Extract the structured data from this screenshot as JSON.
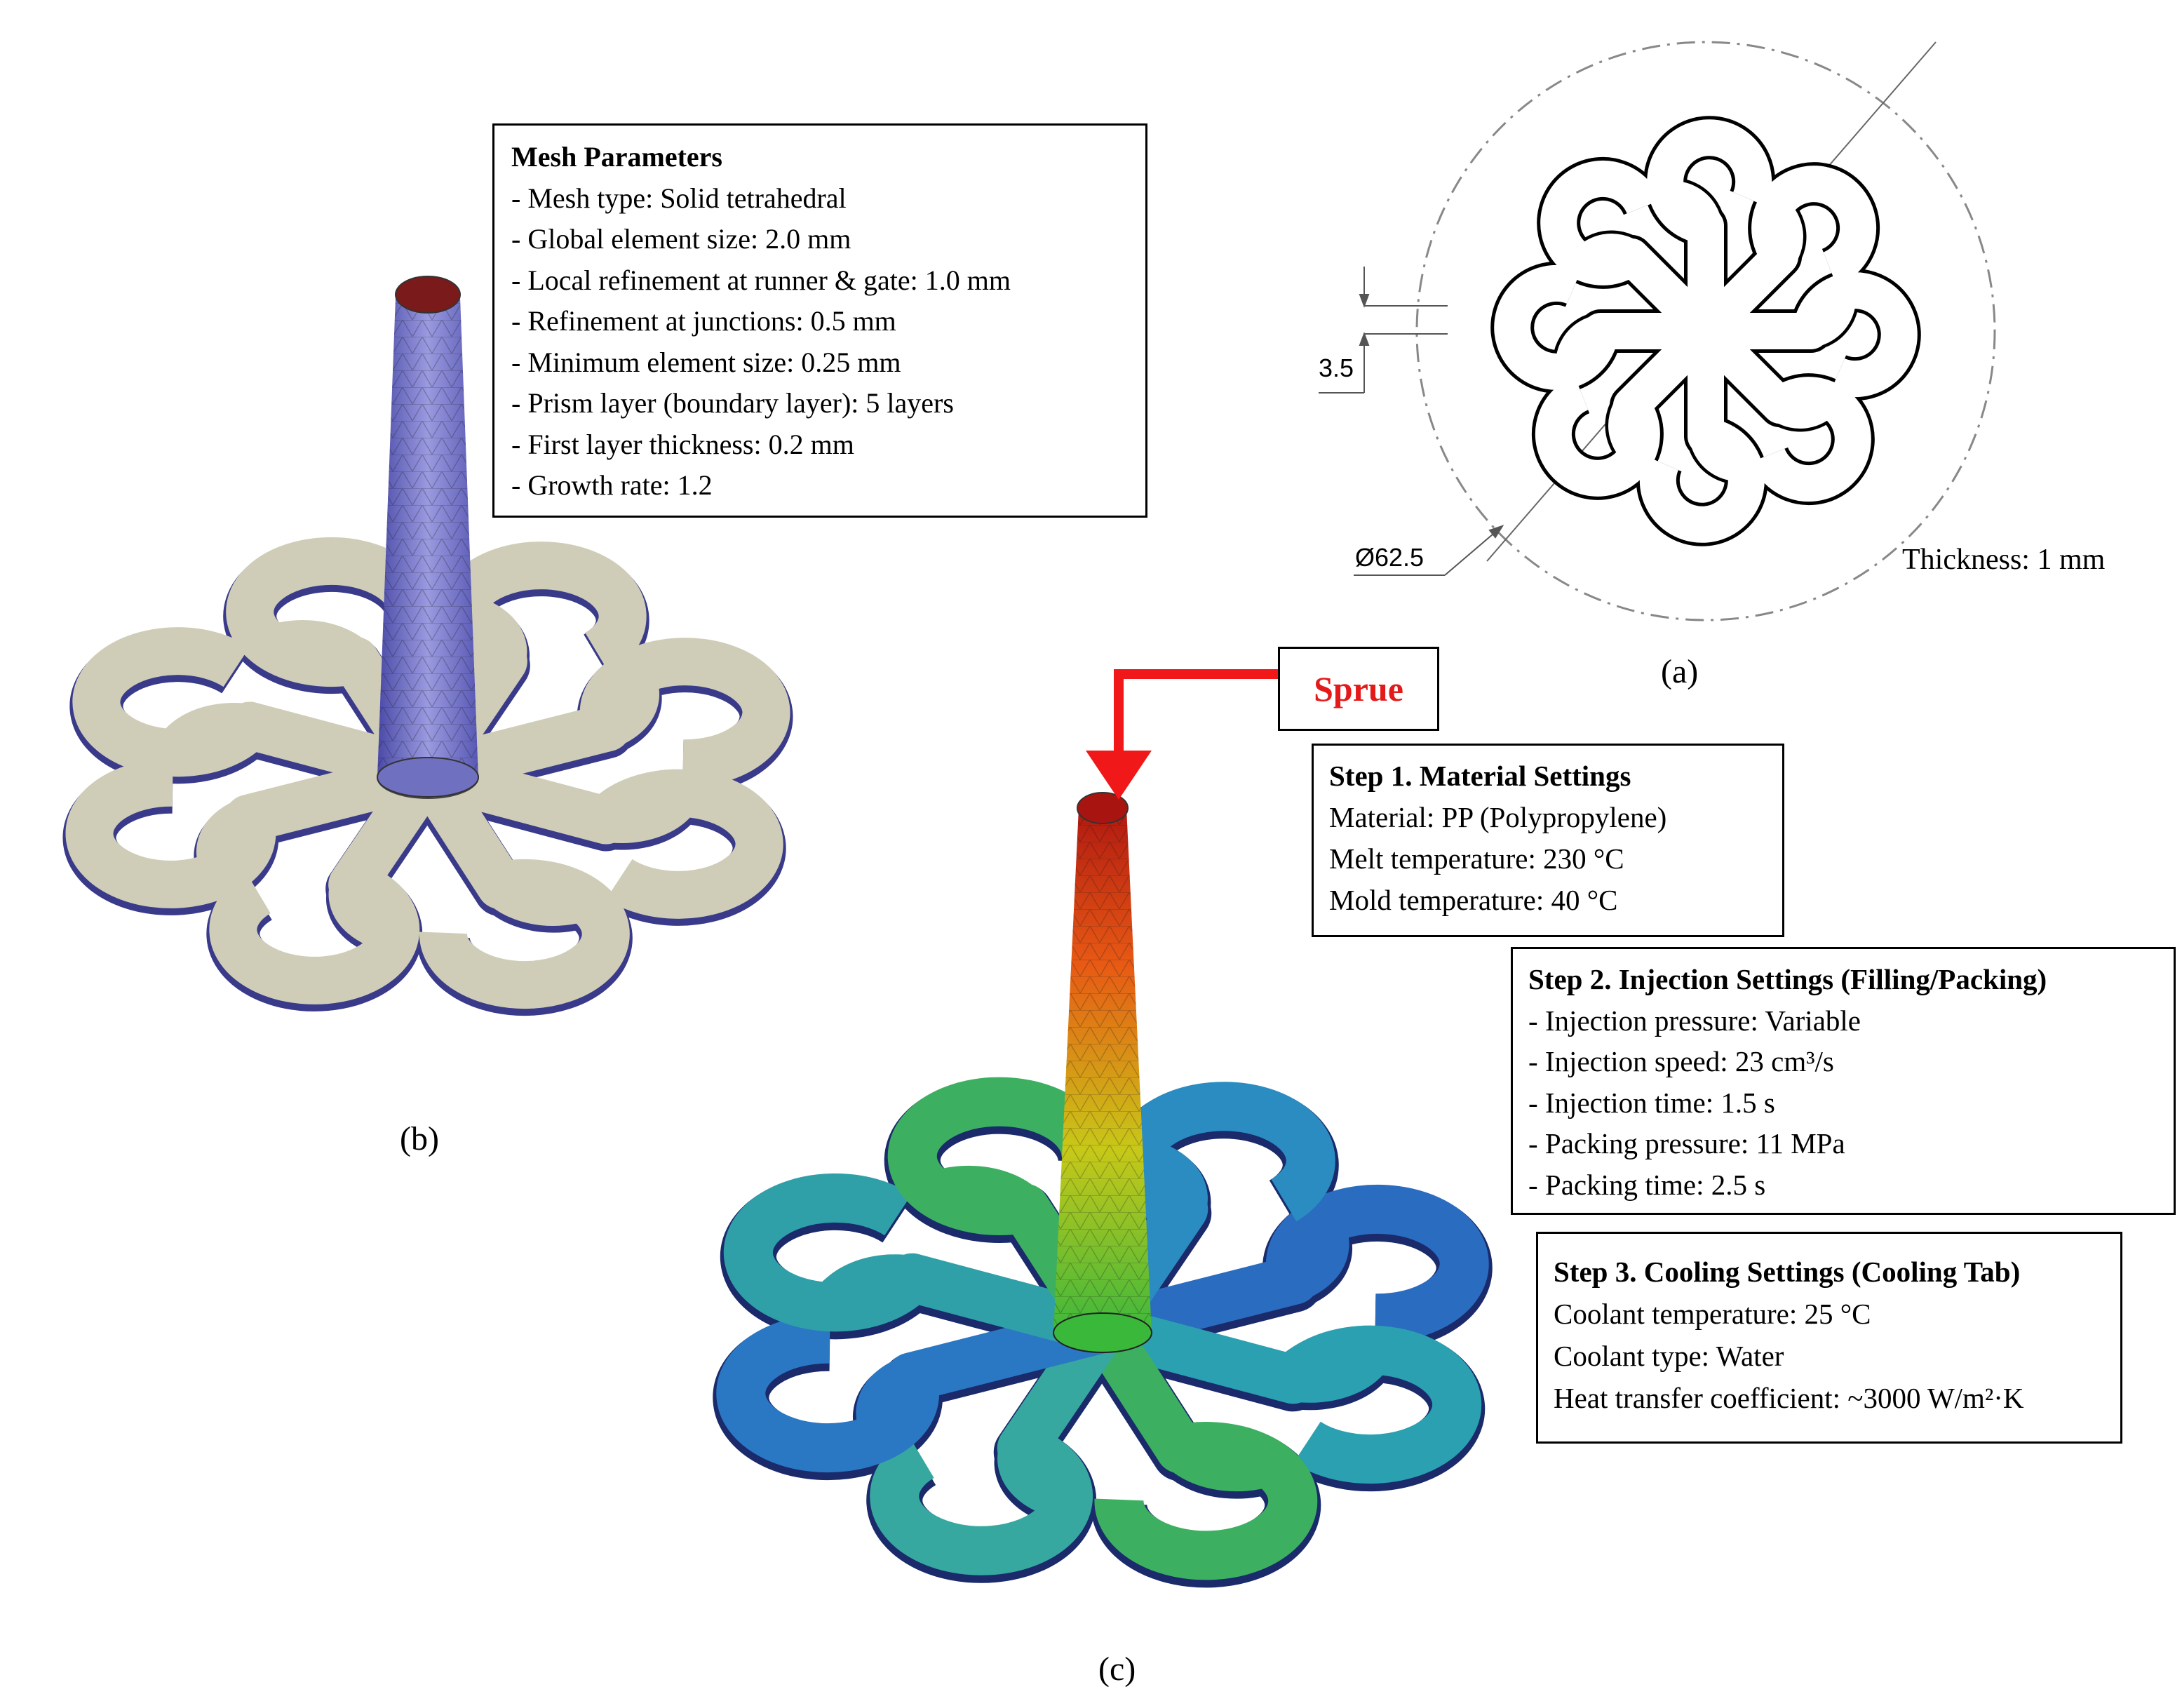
{
  "captions": {
    "a": "(a)",
    "b": "(b)",
    "c": "(c)"
  },
  "drawing_a": {
    "thickness_label": "Thickness: 1 mm",
    "dim_gap": "3.5",
    "dim_diameter": "Ø62.5"
  },
  "sprue_label": "Sprue",
  "mesh_parameters": {
    "title": "Mesh Parameters",
    "items": [
      "- Mesh type: Solid tetrahedral",
      "- Global element size: 2.0 mm",
      "- Local refinement at runner & gate: 1.0 mm",
      "- Refinement at junctions: 0.5 mm",
      "- Minimum element size: 0.25 mm",
      "- Prism layer (boundary layer): 5 layers",
      "- First layer thickness: 0.2 mm",
      "- Growth rate: 1.2"
    ]
  },
  "step1": {
    "title": "Step 1. Material Settings",
    "items": [
      "Material: PP (Polypropylene)",
      "Melt temperature: 230 °C",
      "Mold temperature: 40 °C"
    ]
  },
  "step2": {
    "title": "Step 2. Injection Settings (Filling/Packing)",
    "items": [
      "- Injection pressure: Variable",
      "- Injection speed: 23 cm³/s",
      "- Injection time: 1.5 s",
      "- Packing pressure: 11 MPa",
      "- Packing time: 2.5 s"
    ]
  },
  "step3": {
    "title": "Step 3. Cooling Settings (Cooling Tab)",
    "items": [
      "Coolant temperature: 25 °C",
      "Coolant type: Water",
      "Heat transfer coefficient: ~3000 W/m²·K"
    ]
  },
  "colors": {
    "mesh_fill": "#dcdac6",
    "sprue_mesh": "#8a8ad4",
    "arrow_red": "#f01818",
    "gradient_top": "#d42010",
    "gradient_mid": "#c8c818",
    "gradient_green": "#3cb83c",
    "gradient_blue": "#2a4cc8"
  }
}
